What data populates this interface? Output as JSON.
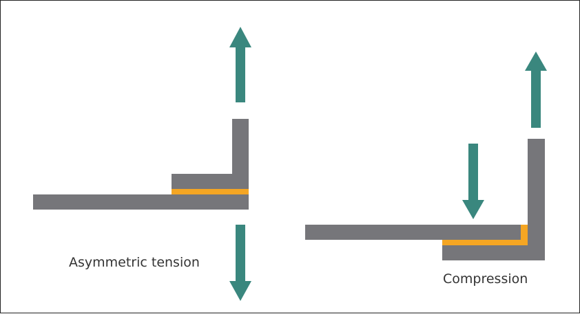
{
  "diagram": {
    "colors": {
      "plate": "#76767a",
      "adhesive": "#f5a623",
      "arrow": "#3a877e",
      "border": "#222222",
      "text": "#333333"
    },
    "panels": [
      {
        "id": "asymmetric-tension",
        "label": "Asymmetric tension"
      },
      {
        "id": "compression",
        "label": "Compression"
      }
    ]
  }
}
